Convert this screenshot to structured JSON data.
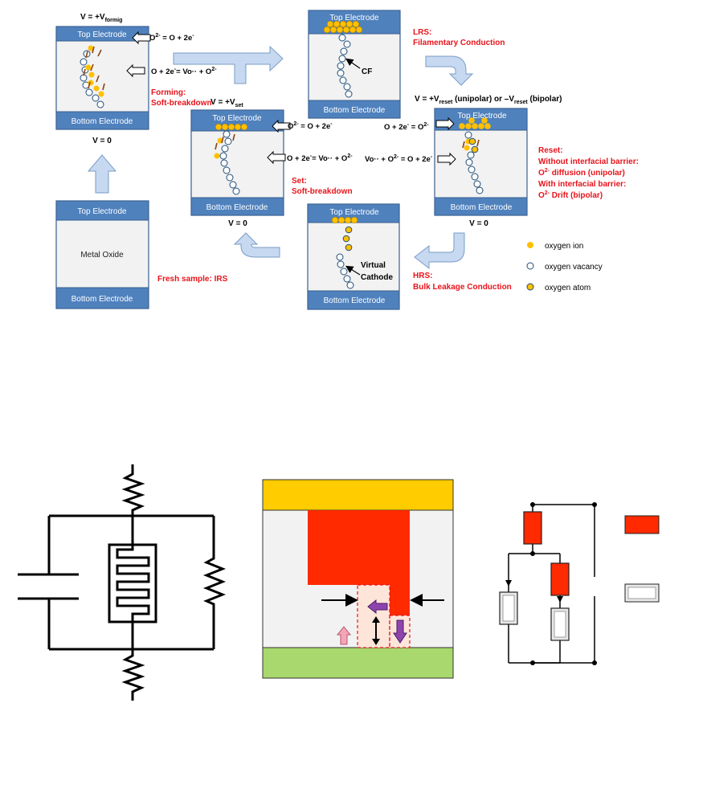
{
  "colors": {
    "electrode": "#4f81bd",
    "oxide": "#f2f2f2",
    "ion": "#ffc000",
    "vacancy_stroke": "#1f4e79",
    "arrow_fill": "#c6d9f1",
    "label_red": "#e8131b",
    "top_plate": "#ffcc00",
    "bottom_plate": "#a9d86e",
    "filament": "#ff2a00",
    "resistor_grey": "#e8e8e8",
    "ion_drift_arrow": "#8b4513"
  },
  "panels": {
    "fresh": {
      "top": "Top Electrode",
      "bottom": "Bottom Electrode",
      "middle": "Metal Oxide",
      "state": "Fresh sample: IRS"
    },
    "forming": {
      "top": "Top Electrode",
      "bottom": "Bottom Electrode",
      "voltage_main": "V = +V",
      "voltage_sub": "formig",
      "ground": "V = 0",
      "eq1_a": "O",
      "eq1_sup": "2-",
      "eq1_b": " = O + 2e",
      "eq1_sup2": "-",
      "eq2": "O + 2e",
      "eq2_sup": "-",
      "eq2_b": "= Vo·· + O",
      "eq2_sup2": "2-",
      "state_line1": "Forming:",
      "state_line2": "Soft-breakdown"
    },
    "lrs": {
      "top": "Top Electrode",
      "bottom": "Bottom Electrode",
      "cf": "CF",
      "state_line1": "LRS:",
      "state_line2": "Filamentary Conduction"
    },
    "set": {
      "top": "Top Electrode",
      "bottom": "Bottom Electrode",
      "voltage_main": "V = +V",
      "voltage_sub": "set",
      "ground": "V = 0",
      "eq1_a": "O",
      "eq1_sup": "2-",
      "eq1_b": " = O + 2e",
      "eq1_sup2": "-",
      "eq2": "O + 2e",
      "eq2_sup": "-",
      "eq2_b": "= Vo·· + O",
      "eq2_sup2": "2-",
      "state_line1": "Set:",
      "state_line2": "Soft-breakdown"
    },
    "reset": {
      "top": "Top Electrode",
      "bottom": "Bottom Electrode",
      "voltage_a": "V = +V",
      "voltage_a_sub": "reset",
      "voltage_b": " (unipolar) or –V",
      "voltage_b_sub": "reset",
      "voltage_c": " (bipolar)",
      "ground": "V = 0",
      "eq1": "O + 2e",
      "eq1_sup": "-",
      "eq1_b": " = O",
      "eq1_sup2": "2-",
      "eq2": "Vo·· + O",
      "eq2_sup": "2-",
      "eq2_b": " = O + 2e",
      "eq2_sup2": "-",
      "state_line1": "Reset:",
      "state_line2": "Without interfacial barrier:",
      "state_line3a": "O",
      "state_line3sup": "2-",
      "state_line3b": " diffusion (unipolar)",
      "state_line4": "With interfacial barrier:",
      "state_line5a": "O",
      "state_line5sup": "2-",
      "state_line5b": " Drift (bipolar)"
    },
    "hrs": {
      "top": "Top Electrode",
      "bottom": "Bottom Electrode",
      "vc_line1": "Virtual",
      "vc_line2": "Cathode",
      "state_line1": "HRS:",
      "state_line2": "Bulk Leakage Conduction"
    }
  },
  "legend": {
    "ion": "oxygen  ion",
    "vacancy": "oxygen  vacancy",
    "atom": "oxygen  atom"
  }
}
